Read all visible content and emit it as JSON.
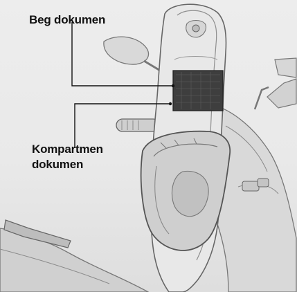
{
  "labels": {
    "document_bag": "Beg dokumen",
    "document_compartment_line1": "Kompartmen",
    "document_compartment_line2": "dokumen"
  }
}
